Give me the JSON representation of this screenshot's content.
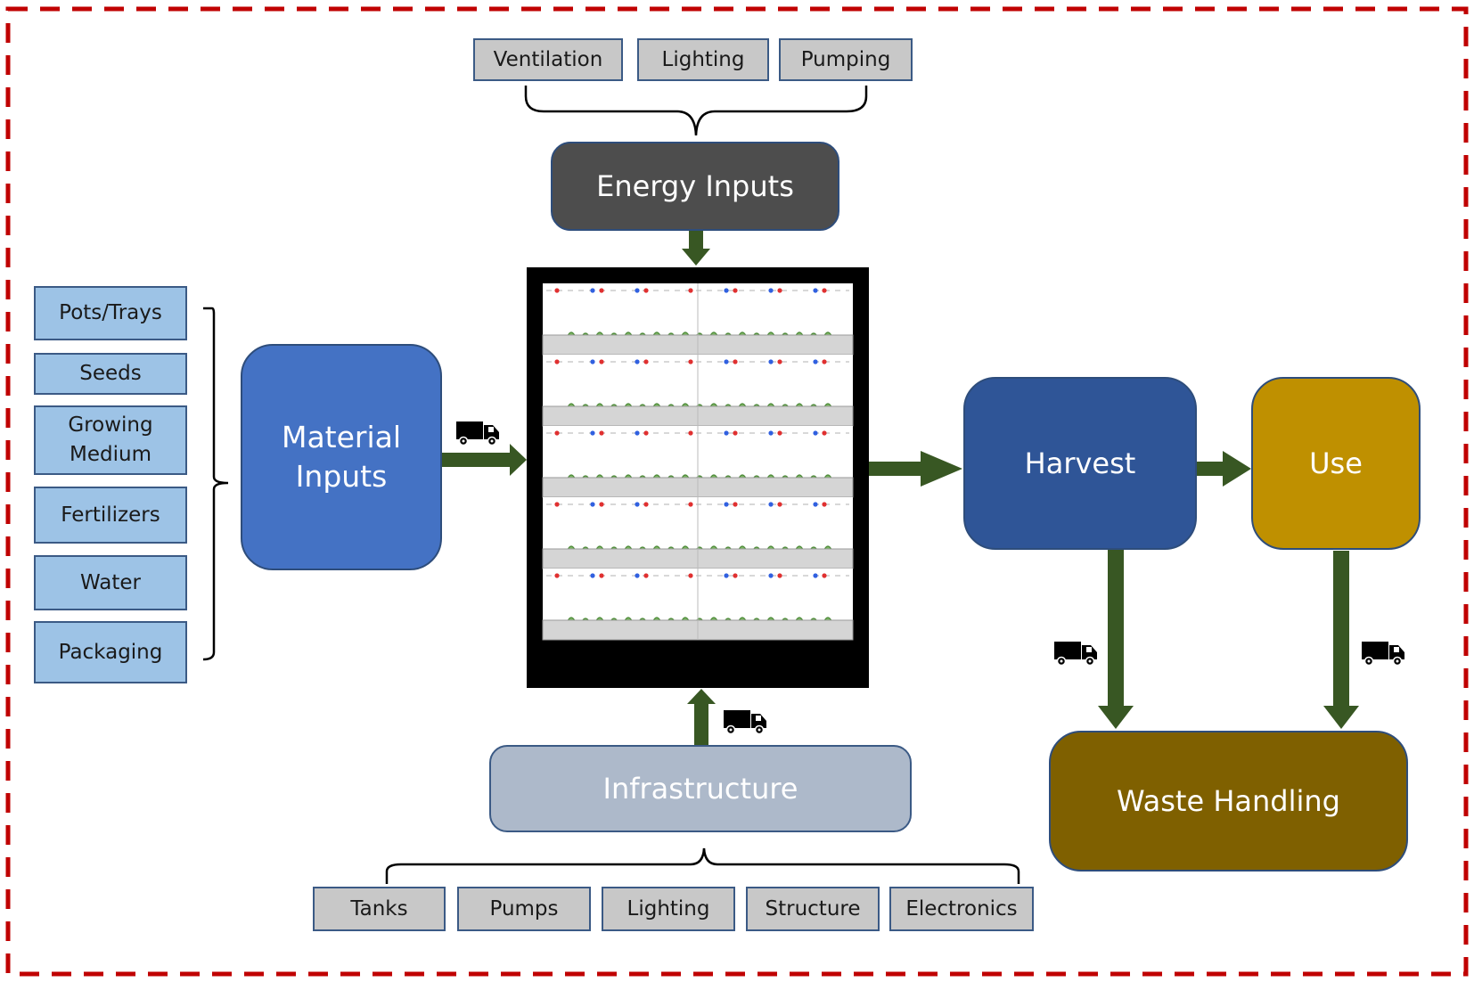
{
  "energy": {
    "title": "Energy Inputs",
    "items": [
      "Ventilation",
      "Lighting",
      "Pumping"
    ]
  },
  "material": {
    "title": "Material Inputs",
    "items": [
      "Pots/Trays",
      "Seeds",
      "Growing Medium",
      "Fertilizers",
      "Water",
      "Packaging"
    ]
  },
  "infrastructure": {
    "title": "Infrastructure",
    "items": [
      "Tanks",
      "Pumps",
      "Lighting",
      "Structure",
      "Electronics"
    ]
  },
  "harvest": {
    "title": "Harvest"
  },
  "use": {
    "title": "Use"
  },
  "waste": {
    "title": "Waste Handling"
  },
  "icons": {
    "farm": "vertical-farm-rack-icon",
    "transport": "truck-icon"
  },
  "colors": {
    "border_dash": "#c00000",
    "arrow": "#385723",
    "energy_box": "#4d4d4d",
    "material_box": "#4472c4",
    "infrastructure_box": "#adb9ca",
    "harvest_box": "#2f5597",
    "use_box": "#bf9000",
    "waste_box": "#7f6000",
    "item_gray": "#c8c8c8",
    "item_blue": "#9dc3e6"
  }
}
